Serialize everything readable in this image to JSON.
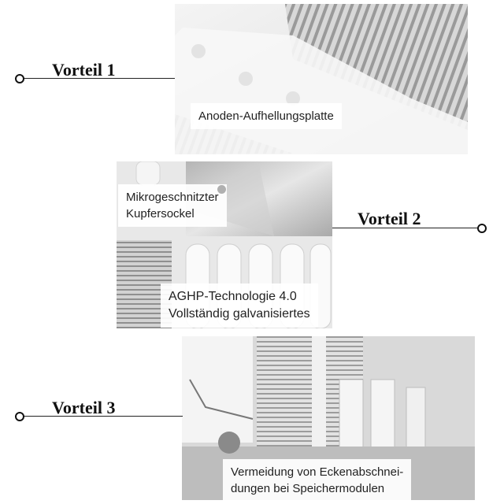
{
  "sections": [
    {
      "heading": "Vorteil 1",
      "captions": [
        "Anoden-Aufhellungsplatte"
      ]
    },
    {
      "heading": "Vorteil 2",
      "captions": [
        "Mikrogeschnitzter\nKupfersockel",
        "AGHP-Technologie 4.0\nVollständig galvanisiertes"
      ]
    },
    {
      "heading": "Vorteil 3",
      "captions": [
        "Vermeidung von Eckenabschnei-\ndungen bei Speichermodulen"
      ]
    }
  ]
}
